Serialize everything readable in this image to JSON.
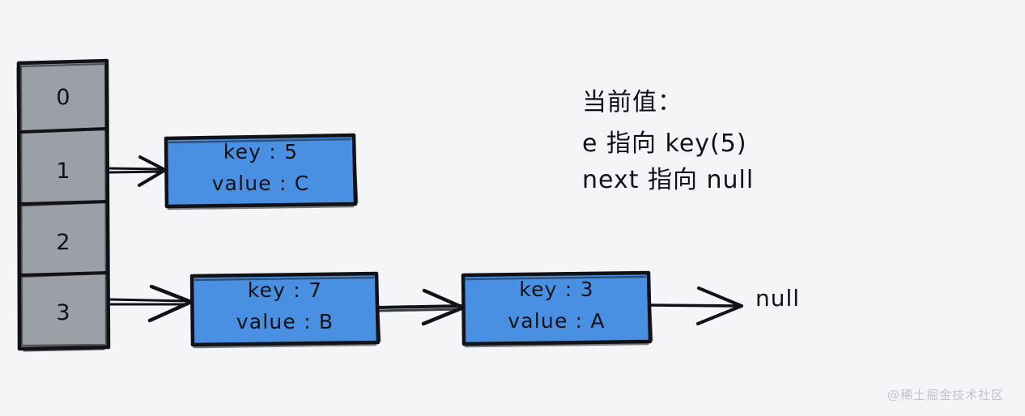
{
  "colors": {
    "background": "#f4f5f7",
    "bucket_fill": "#9aa0a6",
    "node_fill": "#4a90e2",
    "stroke": "#111215",
    "watermark": "#c2c4c8"
  },
  "bucket_array": {
    "name": "hash-bucket-array",
    "cells": [
      {
        "index_label": "0"
      },
      {
        "index_label": "1"
      },
      {
        "index_label": "2"
      },
      {
        "index_label": "3"
      }
    ]
  },
  "nodes": [
    {
      "id": "node-key-5",
      "bucket": "1",
      "key_line": "key : 5",
      "value_line": "value : C"
    },
    {
      "id": "node-key-7",
      "bucket": "3",
      "key_line": "key : 7",
      "value_line": "value : B"
    },
    {
      "id": "node-key-3",
      "bucket": "3",
      "key_line": "key : 3",
      "value_line": "value : A"
    }
  ],
  "terminator": {
    "label": "null"
  },
  "annotation": {
    "title": "当前值：",
    "lines": [
      "e 指向 key(5)",
      "next 指向 null"
    ]
  },
  "watermark": {
    "text": "@稀土掘金技术社区"
  }
}
